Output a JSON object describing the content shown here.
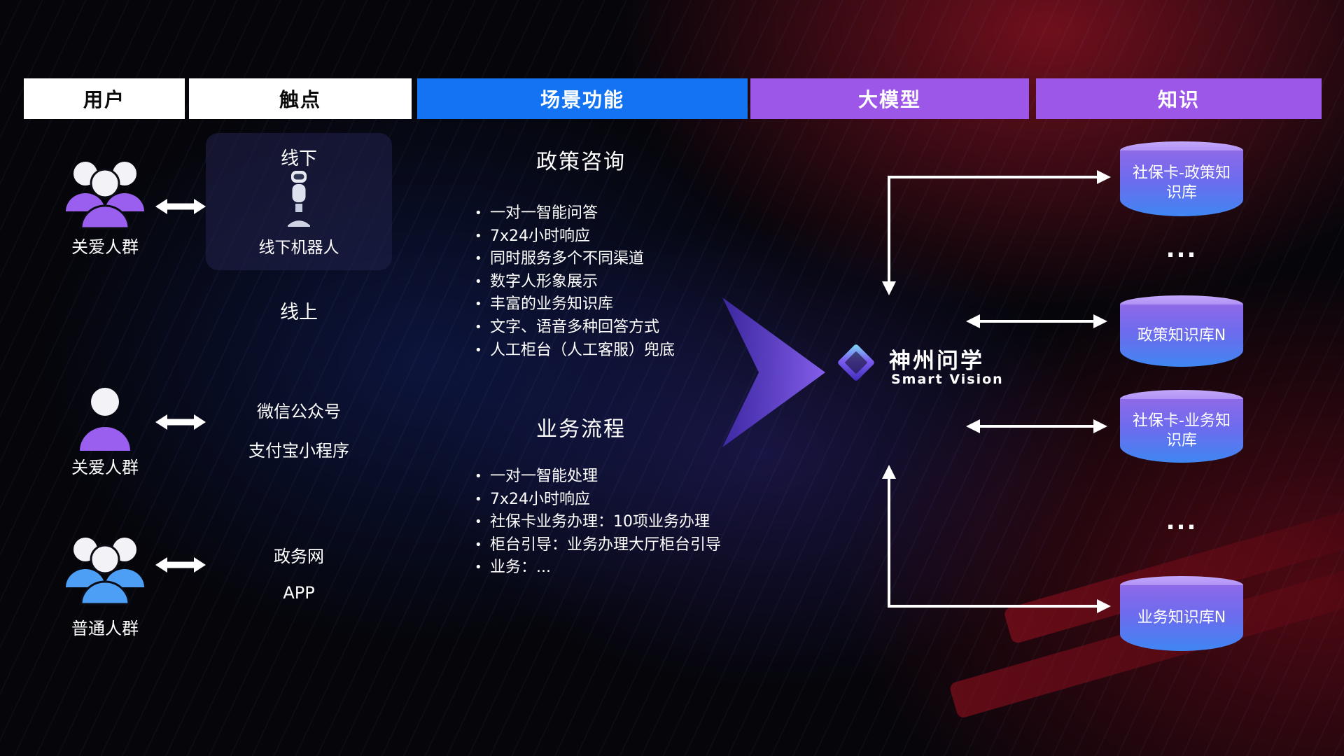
{
  "headers": [
    {
      "label": "用户",
      "style": "white"
    },
    {
      "label": "触点",
      "style": "white"
    },
    {
      "label": "场景功能",
      "style": "blue"
    },
    {
      "label": "大模型",
      "style": "purple"
    },
    {
      "label": "知识",
      "style": "purple"
    }
  ],
  "users": [
    {
      "label": "关爱人群",
      "icon": "group-icon",
      "color": "#9b5ff0"
    },
    {
      "label": "关爱人群",
      "icon": "person-icon",
      "color": "#9b5ff0"
    },
    {
      "label": "普通人群",
      "icon": "group-icon",
      "color": "#4d9ff5"
    }
  ],
  "touchpoints": {
    "offline_title": "线下",
    "offline_robot_label": "线下机器人",
    "robot_icon": "robot-icon",
    "online_title": "线上",
    "online_items": [
      "微信公众号",
      "支付宝小程序"
    ],
    "web_items": [
      "政务网",
      "APP"
    ]
  },
  "scenes": [
    {
      "title": "政策咨询",
      "items": [
        "一对一智能问答",
        "7x24小时响应",
        "同时服务多个不同渠道",
        "数字人形象展示",
        "丰富的业务知识库",
        "文字、语音多种回答方式",
        "人工柜台（人工客服）兜底"
      ]
    },
    {
      "title": "业务流程",
      "items": [
        "一对一智能处理",
        "7x24小时响应",
        "社保卡业务办理：10项业务办理",
        "柜台引导：业务办理大厅柜台引导",
        "业务：..."
      ]
    }
  ],
  "model": {
    "name": "神州问学",
    "subtitle": "Smart Vision",
    "logo_icon": "diamond-logo-icon"
  },
  "knowledge": {
    "items": [
      "社保卡-政策知识库",
      "政策知识库N",
      "社保卡-业务知识库",
      "业务知识库N"
    ],
    "ellipsis": "..."
  },
  "colors": {
    "header_blue": "#1473f2",
    "header_purple": "#9d57e8",
    "user_purple": "#9b5ff0",
    "user_blue": "#4d9ff5",
    "cylinder_top": "#b19af6",
    "cylinder_gradient_start": "#8e6ae8",
    "cylinder_gradient_end": "#3f86f2",
    "big_arrow_purple": "#7b52e8",
    "connector_white": "#ffffff",
    "background_red_glow": "#8a0f1e",
    "background_blue_glow": "#162a82"
  }
}
